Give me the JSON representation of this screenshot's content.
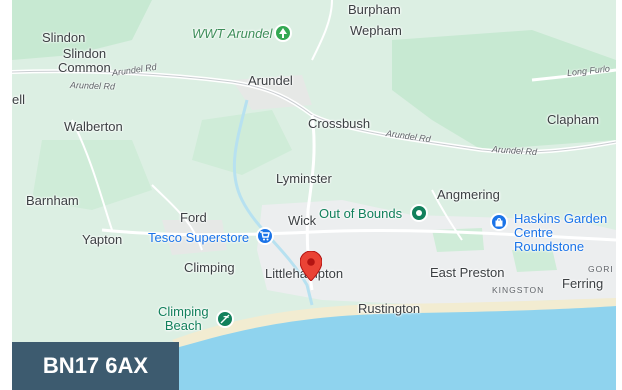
{
  "location_badge": {
    "postcode": "BN17 6AX"
  },
  "places": {
    "burpham": "Burpham",
    "wepham": "Wepham",
    "slindon": "Slindon",
    "slindon_common": "Slindon\nCommon",
    "arundel": "Arundel",
    "walberton": "Walberton",
    "crossbush": "Crossbush",
    "clapham": "Clapham",
    "lyminster": "Lyminster",
    "barnham": "Barnham",
    "angmering": "Angmering",
    "ford": "Ford",
    "wick": "Wick",
    "yapton": "Yapton",
    "climping": "Climping",
    "littlehampton": "Littlehampton",
    "east_preston": "East Preston",
    "ferring": "Ferring",
    "rustington": "Rustington",
    "ell": "ell",
    "gori": "GORI",
    "kingston": "KINGSTON"
  },
  "roads": {
    "arundel_rd_west_a": "Arundel Rd",
    "arundel_rd_west_b": "Arundel Rd",
    "arundel_rd_east_a": "Arundel Rd",
    "arundel_rd_east_b": "Arundel Rd",
    "long_furlong": "Long Furlo"
  },
  "pois": {
    "wwt_arundel": "WWT Arundel",
    "out_of_bounds": "Out of Bounds",
    "tesco": "Tesco Superstore",
    "haskins": "Haskins Garden\nCentre Roundstone",
    "climping_beach": "Climping\nBeach"
  },
  "icons": {
    "pin": "map-pin-icon",
    "wwt": "tree-icon",
    "out_of_bounds": "activity-icon",
    "tesco": "shopping-cart-icon",
    "haskins": "shopping-bag-icon",
    "beach": "beach-icon"
  },
  "colors": {
    "land": "#dcefe3",
    "green": "#c3e8cf",
    "urban": "#ecedef",
    "sea": "#8fd3ee",
    "beach": "#f2ecd1",
    "road": "#ffffff",
    "river": "#b7e1f0",
    "poi_green": "#12805c",
    "poi_blue": "#1a73e8",
    "pin_red": "#ea4335",
    "badge_bg": "#3d5b6f"
  }
}
